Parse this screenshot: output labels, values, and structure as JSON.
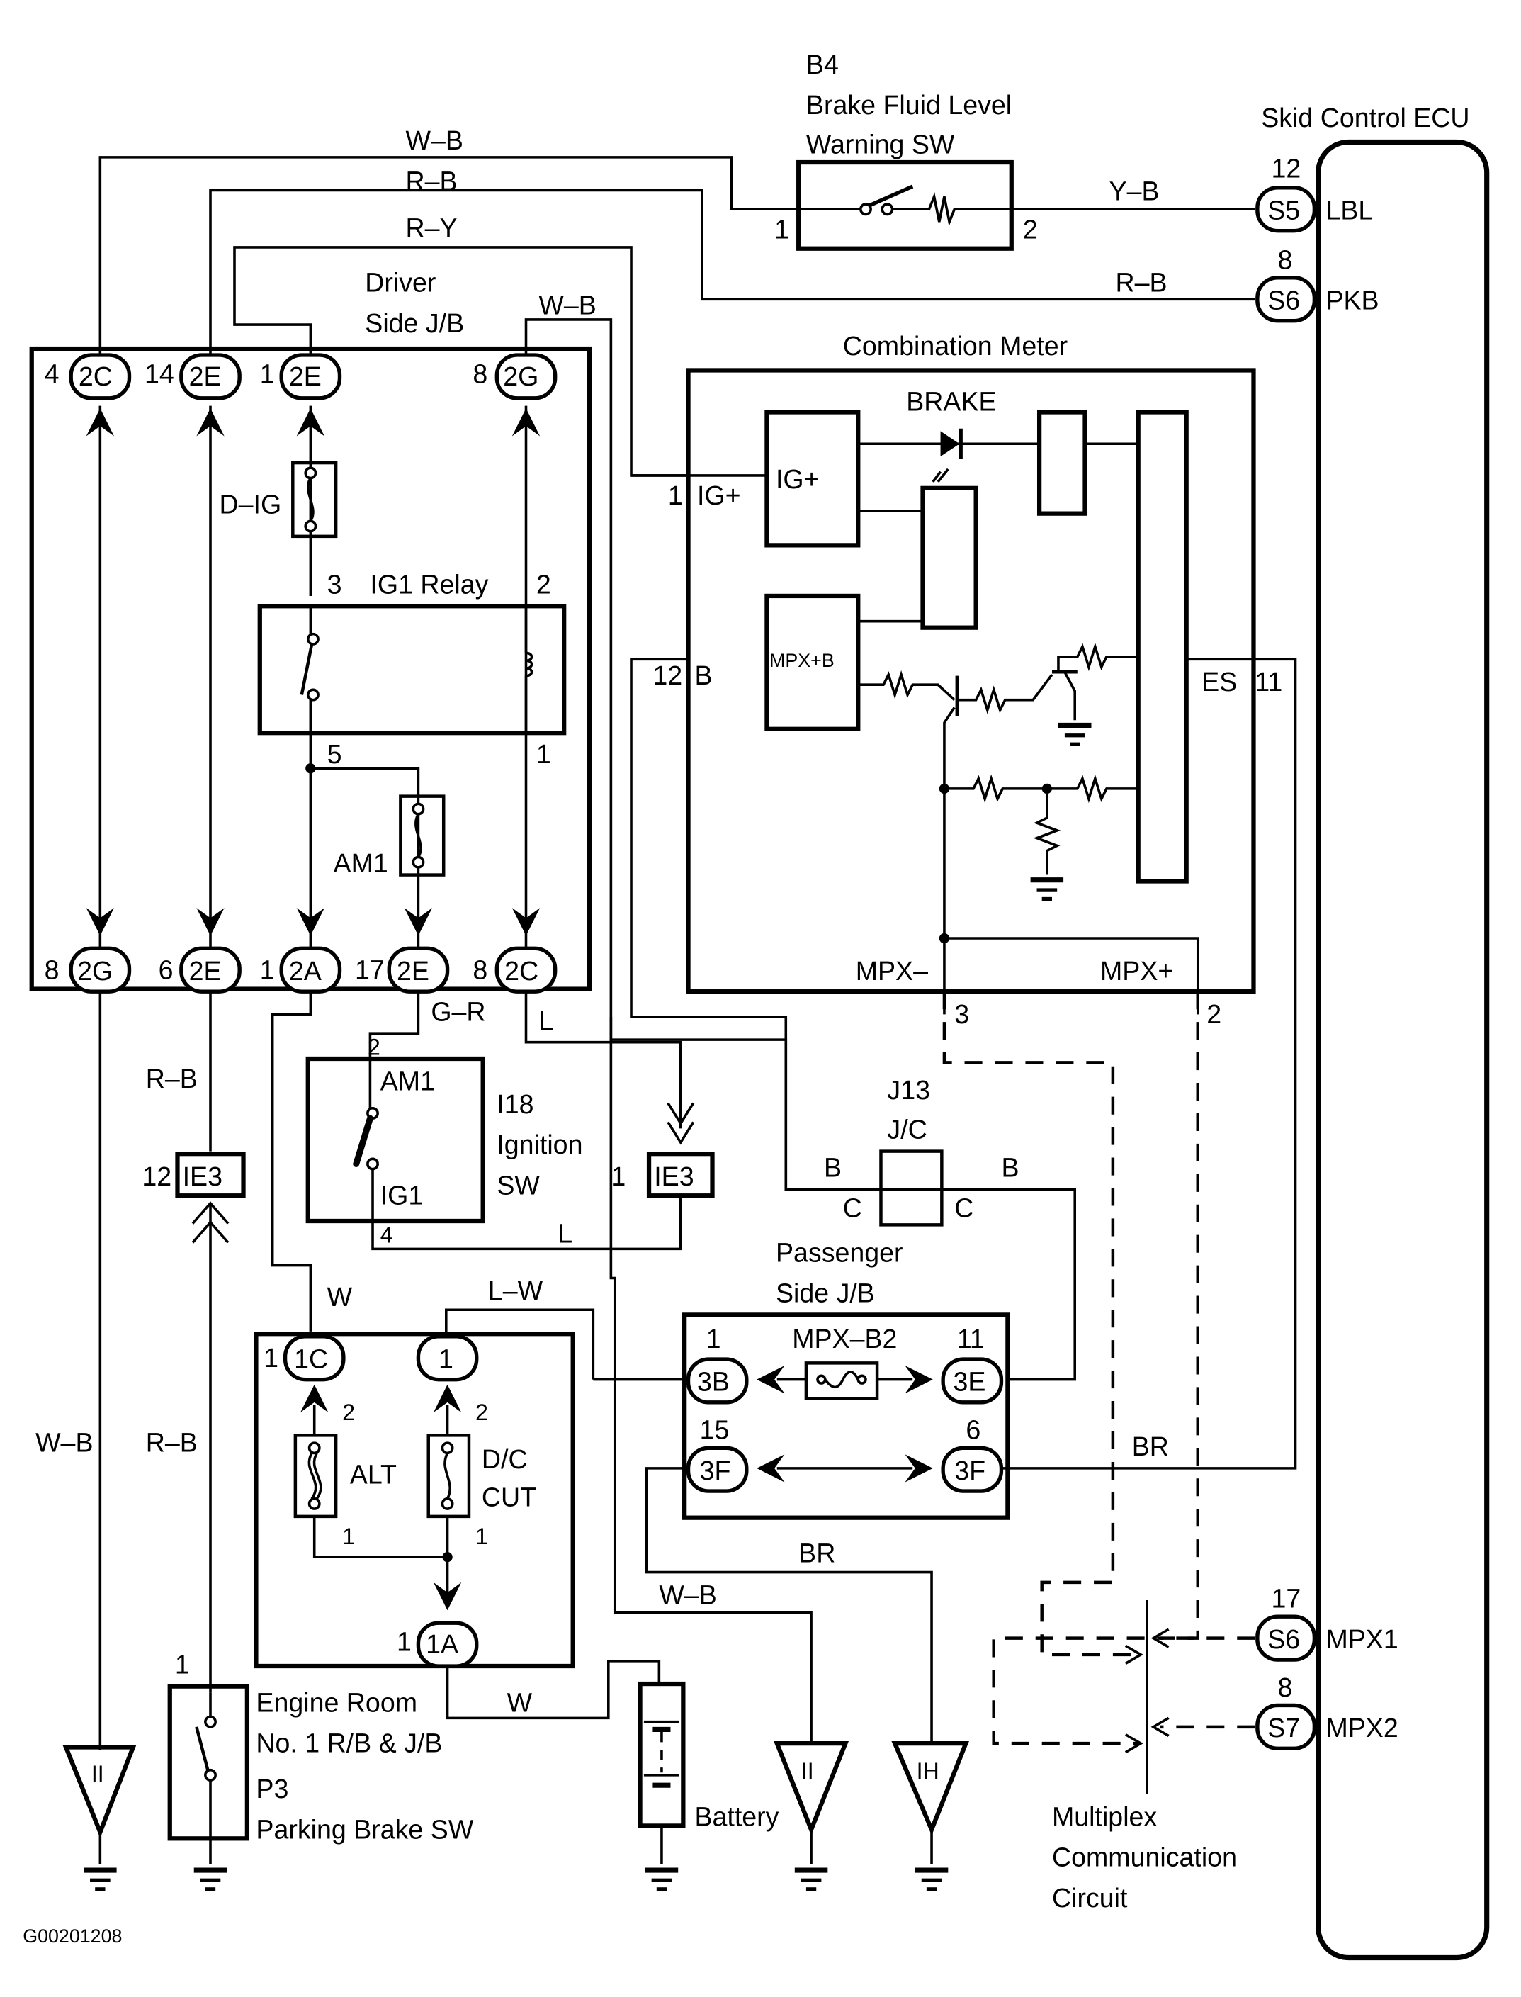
{
  "figure_id": "G00201208",
  "components": {
    "brake_fluid_switch": {
      "ref": "B4",
      "name_line1": "Brake Fluid Level",
      "name_line2": "Warning SW",
      "pin_left": "1",
      "pin_right": "2"
    },
    "skid_control_ecu": {
      "name": "Skid Control ECU",
      "terminals": [
        {
          "pin": "12",
          "connector": "S5",
          "signal": "LBL"
        },
        {
          "pin": "8",
          "connector": "S6",
          "signal": "PKB"
        },
        {
          "pin": "17",
          "connector": "S6",
          "signal": "MPX1"
        },
        {
          "pin": "8",
          "connector": "S7",
          "signal": "MPX2"
        }
      ]
    },
    "driver_jb": {
      "name_line1": "Driver",
      "name_line2": "Side J/B",
      "top_connectors": [
        {
          "pin": "4",
          "connector": "2C"
        },
        {
          "pin": "14",
          "connector": "2E"
        },
        {
          "pin": "1",
          "connector": "2E"
        },
        {
          "pin": "8",
          "connector": "2G"
        }
      ],
      "bottom_connectors": [
        {
          "pin": "8",
          "connector": "2G"
        },
        {
          "pin": "6",
          "connector": "2E"
        },
        {
          "pin": "1",
          "connector": "2A"
        },
        {
          "pin": "17",
          "connector": "2E"
        },
        {
          "pin": "8",
          "connector": "2C"
        }
      ],
      "fuse_dig": "D–IG",
      "fuse_am1": "AM1",
      "relay": {
        "name": "IG1 Relay",
        "pin3": "3",
        "pin2": "2",
        "pin5": "5",
        "pin1": "1"
      }
    },
    "combination_meter": {
      "name": "Combination Meter",
      "brake_label": "BRAKE",
      "ig_block": "IG+",
      "mpx_block": "MPX+B",
      "pin_ig": "1",
      "pin_ig_label": "IG+",
      "pin_b": "12",
      "pin_b_label": "B",
      "pin_es": "11",
      "pin_es_label": "ES",
      "mpx_minus": "MPX–",
      "mpx_plus": "MPX+",
      "pin_mpx_minus": "3",
      "pin_mpx_plus": "2"
    },
    "ignition_sw": {
      "ref": "I18",
      "name_line1": "Ignition",
      "name_line2": "SW",
      "am1": "AM1",
      "ig1": "IG1",
      "pin_top": "2",
      "pin_bottom": "4"
    },
    "ie3_left": {
      "pin": "12",
      "connector": "IE3"
    },
    "ie3_right": {
      "pin": "1",
      "connector": "IE3"
    },
    "j13": {
      "ref": "J13",
      "name": "J/C",
      "left_wire": "B",
      "right_wire": "B",
      "left_pin": "C",
      "right_pin": "C"
    },
    "passenger_jb": {
      "name_line1": "Passenger",
      "name_line2": "Side J/B",
      "fuse": "MPX–B2",
      "connectors": [
        {
          "pin": "1",
          "connector": "3B"
        },
        {
          "pin": "11",
          "connector": "3E"
        },
        {
          "pin": "15",
          "connector": "3F"
        },
        {
          "pin": "6",
          "connector": "3F"
        }
      ]
    },
    "engine_room_rb": {
      "name_line1": "Engine Room",
      "name_line2": "No. 1 R/B & J/B",
      "conn_1c_pin": "1",
      "conn_1c": "1C",
      "conn_1": "1",
      "conn_1a_pin": "1",
      "conn_1a": "1A",
      "fuse_alt": "ALT",
      "fuse_dc_line1": "D/C",
      "fuse_dc_line2": "CUT",
      "pin_2": "2",
      "pin_1": "1"
    },
    "parking_brake_sw": {
      "ref": "P3",
      "name": "Parking Brake SW",
      "pin": "1"
    },
    "battery": {
      "name": "Battery"
    },
    "grounds": [
      "II",
      "II",
      "IH"
    ],
    "multiplex": {
      "line1": "Multiplex",
      "line2": "Communication",
      "line3": "Circuit"
    }
  },
  "wires": {
    "wb_top": "W–B",
    "rb_top": "R–B",
    "ry_top": "R–Y",
    "yb": "Y–B",
    "rb_pkb": "R–B",
    "wb_jb": "W–B",
    "gr": "G–R",
    "l1": "L",
    "l2": "L",
    "rb_left": "R–B",
    "w1": "W",
    "lw": "L–W",
    "wb_left": "W–B",
    "rb_left2": "R–B",
    "br1": "BR",
    "br2": "BR",
    "wb_bottom": "W–B",
    "w2": "W"
  }
}
